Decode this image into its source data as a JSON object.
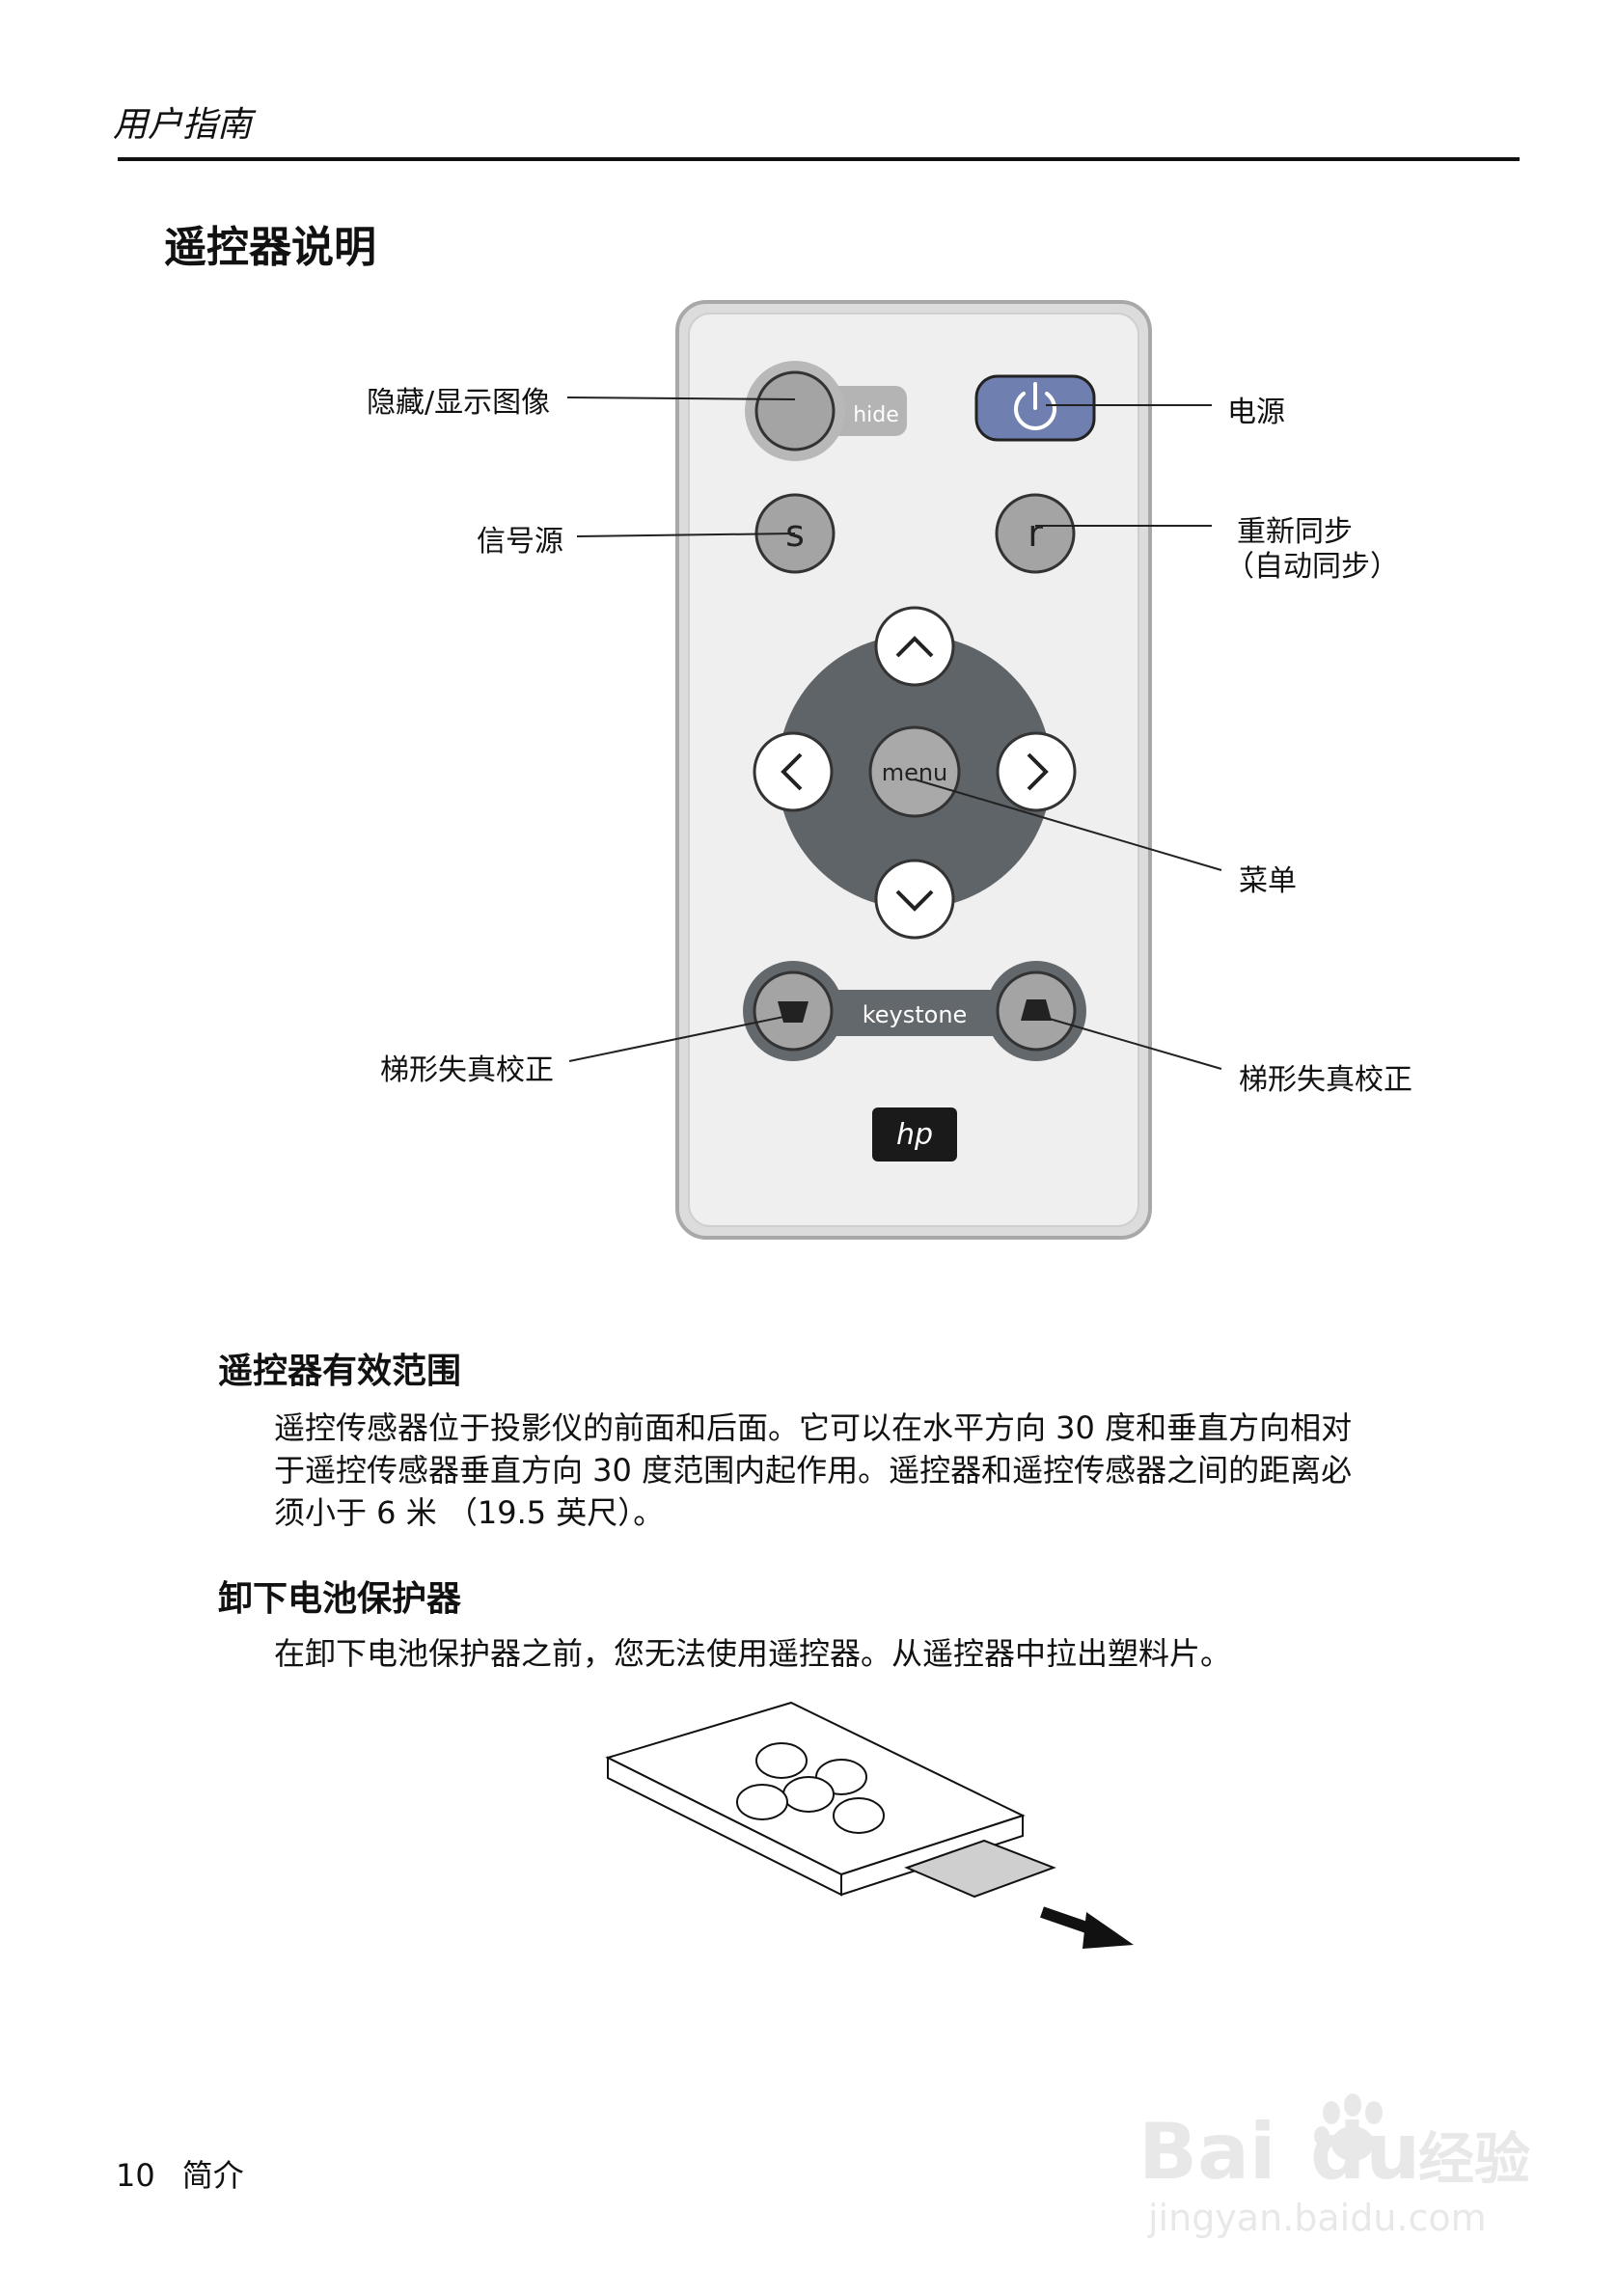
{
  "header": {
    "title": "用户指南"
  },
  "section_title": "遥控器说明",
  "remote": {
    "hide_label": "hide",
    "s_label": "s",
    "r_label": "r",
    "menu_label": "menu",
    "keystone_label": "keystone",
    "logo": "hp",
    "callouts": {
      "hide": "隐藏/显示图像",
      "power": "电源",
      "source": "信号源",
      "resync_line1": "重新同步",
      "resync_line2": "（自动同步）",
      "menu": "菜单",
      "keystone_left": "梯形失真校正",
      "keystone_right": "梯形失真校正"
    }
  },
  "range_section": {
    "title": "遥控器有效范围",
    "lines": [
      "遥控传感器位于投影仪的前面和后面。它可以在水平方向 30 度和垂直方向相对",
      "于遥控传感器垂直方向 30 度范围内起作用。遥控器和遥控传感器之间的距离必",
      "须小于 6 米 （19.5 英尺）。"
    ]
  },
  "battery_section": {
    "title": "卸下电池保护器",
    "text": "在卸下电池保护器之前，您无法使用遥控器。从遥控器中拉出塑料片。"
  },
  "footer": {
    "page_number": "10",
    "section": "简介"
  },
  "watermark": {
    "brand": "Bai",
    "brand2": "du",
    "cn": "经验",
    "url": "jingyan.baidu.com"
  },
  "colors": {
    "power_button": "#6f7fb0",
    "dpad": "#5f6468",
    "button_grey": "#a4a4a4",
    "remote_body": "#ececec"
  }
}
